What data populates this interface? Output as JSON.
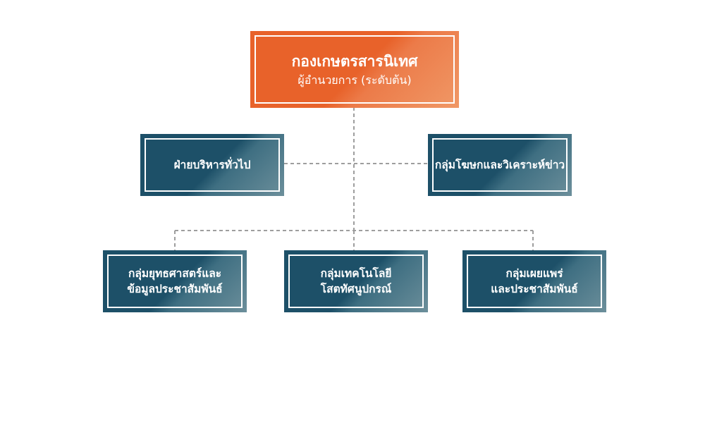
{
  "colors": {
    "head_node": "#e8622a",
    "unit_node": "#1d5068",
    "connector": "#9e9e9e"
  },
  "head": {
    "title": "กองเกษตรสารนิเทศ",
    "subtitle": "ผู้อำนวยการ (ระดับต้น)"
  },
  "level2": {
    "left": "ฝ่ายบริหารทั่วไป",
    "right": "กลุ่มโฆษกและวิเคราะห์ข่าว"
  },
  "level3": {
    "left_line1": "กลุ่มยุทธศาสตร์และ",
    "left_line2": "ข้อมูลประชาสัมพันธ์",
    "middle_line1": "กลุ่มเทคโนโลยี",
    "middle_line2": "โสตทัศนูปกรณ์",
    "right_line1": "กลุ่มเผยแพร่",
    "right_line2": "และประชาสัมพันธ์"
  }
}
